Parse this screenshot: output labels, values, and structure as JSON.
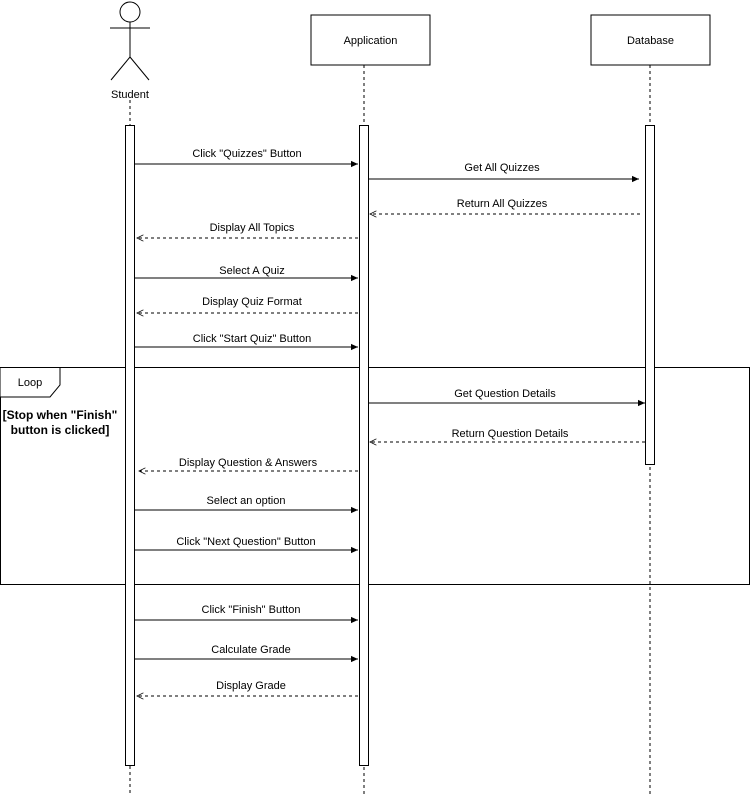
{
  "actors": {
    "student": "Student",
    "application": "Application",
    "database": "Database"
  },
  "loop": {
    "label": "Loop",
    "guard_line1": "[Stop when \"Finish\"",
    "guard_line2": "button is clicked]"
  },
  "messages": [
    "Click \"Quizzes\" Button",
    "Get All Quizzes",
    "Return All Quizzes",
    "Display All Topics",
    "Select A Quiz",
    "Display Quiz Format",
    "Click \"Start Quiz\" Button",
    "Get Question Details",
    "Return Question Details",
    "Display Question & Answers",
    "Select an option",
    "Click \"Next Question\" Button",
    "Click \"Finish\" Button",
    "Calculate Grade",
    "Display Grade"
  ]
}
